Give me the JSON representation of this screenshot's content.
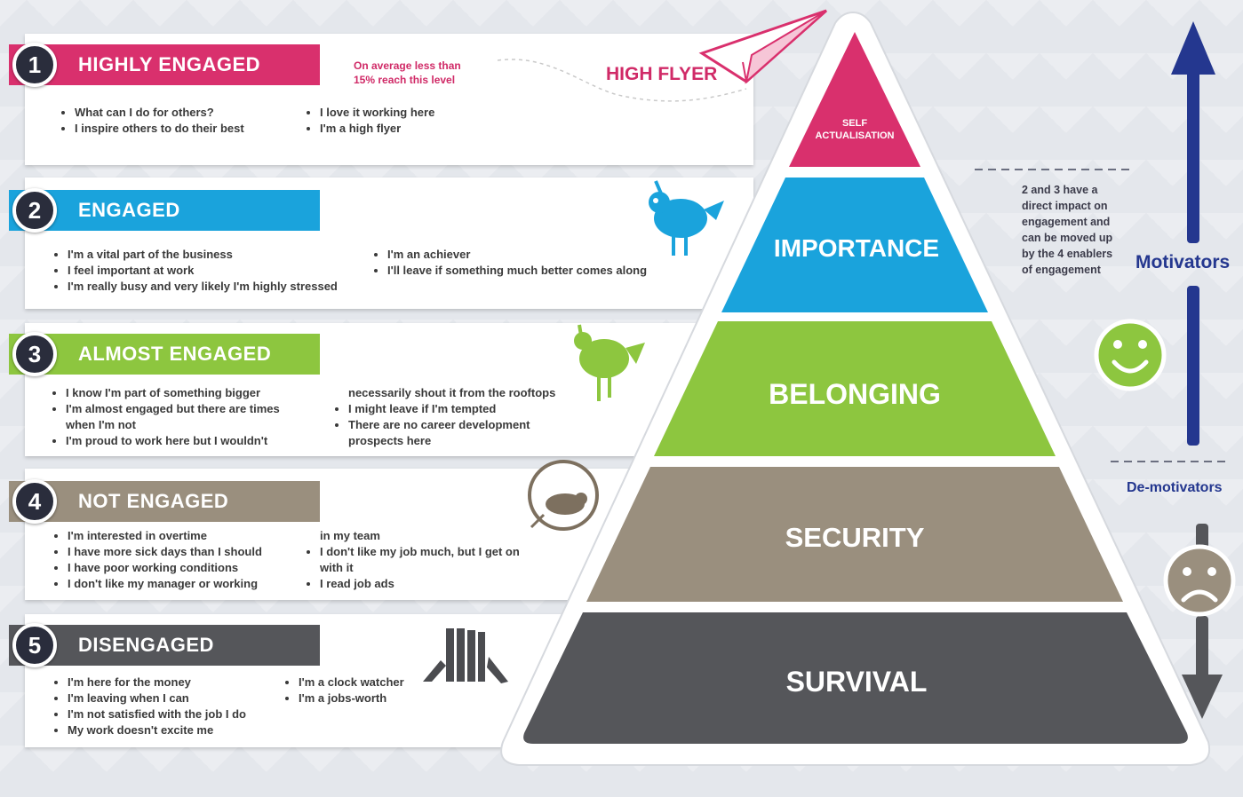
{
  "levels": [
    {
      "number": "1",
      "title": "HIGHLY ENGAGED",
      "color": "#d9306d",
      "icon": "paper-plane-icon",
      "note": [
        "On average less than",
        "15% reach this level"
      ],
      "tag": "HIGH FLYER",
      "col1": [
        "What can I do for others?",
        "I inspire others to do their best"
      ],
      "col2": [
        "I love it working here",
        "I'm a high flyer"
      ]
    },
    {
      "number": "2",
      "title": "ENGAGED",
      "color": "#1aa3dc",
      "icon": "bird-icon",
      "col1": [
        "I'm a vital part of the business",
        "I feel important at work",
        "I'm really busy and very likely I'm highly stressed"
      ],
      "col2": [
        "I'm an achiever",
        "I'll leave if something much better comes along"
      ]
    },
    {
      "number": "3",
      "title": "ALMOST ENGAGED",
      "color": "#8dc63f",
      "icon": "chicken-icon",
      "col1": [
        "I know I'm part of something bigger",
        "I'm almost engaged but there are times",
        "when I'm not",
        "I'm proud to work here but I wouldn't"
      ],
      "col2": [
        "necessarily shout it from the rooftops",
        "I might leave if I'm tempted",
        "There are no career development",
        "prospects here"
      ]
    },
    {
      "number": "4",
      "title": "NOT ENGAGED",
      "color": "#9a8f7e",
      "icon": "hamster-wheel-icon",
      "col1": [
        "I'm interested in overtime",
        "I have more sick days than I should",
        "I have poor working conditions",
        "I don't like my manager or working"
      ],
      "col2": [
        "in my team",
        "I don't like my job much, but I get on",
        "with it",
        "I read job ads"
      ]
    },
    {
      "number": "5",
      "title": "DISENGAGED",
      "color": "#55565a",
      "icon": "books-person-icon",
      "col1": [
        "I'm here for the money",
        "I'm leaving when I can",
        "I'm not satisfied with the job I do",
        "My work doesn't excite me"
      ],
      "col2": [
        "I'm a clock watcher",
        "I'm a jobs-worth"
      ]
    }
  ],
  "pyramid": {
    "apex": [
      "SELF",
      "ACTUALISATION"
    ],
    "layers": [
      "IMPORTANCE",
      "BELONGING",
      "SECURITY",
      "SURVIVAL"
    ],
    "colors": [
      "#d9306d",
      "#1aa3dc",
      "#8dc63f",
      "#9a8f7e",
      "#55565a"
    ]
  },
  "side": {
    "note": [
      "2 and 3 have a",
      "direct impact on",
      "engagement and",
      "can be moved up",
      "by the 4 enablers",
      "of engagement"
    ],
    "motivators": "Motivators",
    "demotivators": "De-motivators",
    "colors": {
      "arrow_up": "#24378f",
      "arrow_down": "#55565a",
      "smile": "#8dc63f",
      "frown": "#9a8f7e"
    },
    "icons": [
      "arrow-up-icon",
      "smiley-face-icon",
      "sad-face-icon",
      "arrow-down-icon"
    ]
  }
}
